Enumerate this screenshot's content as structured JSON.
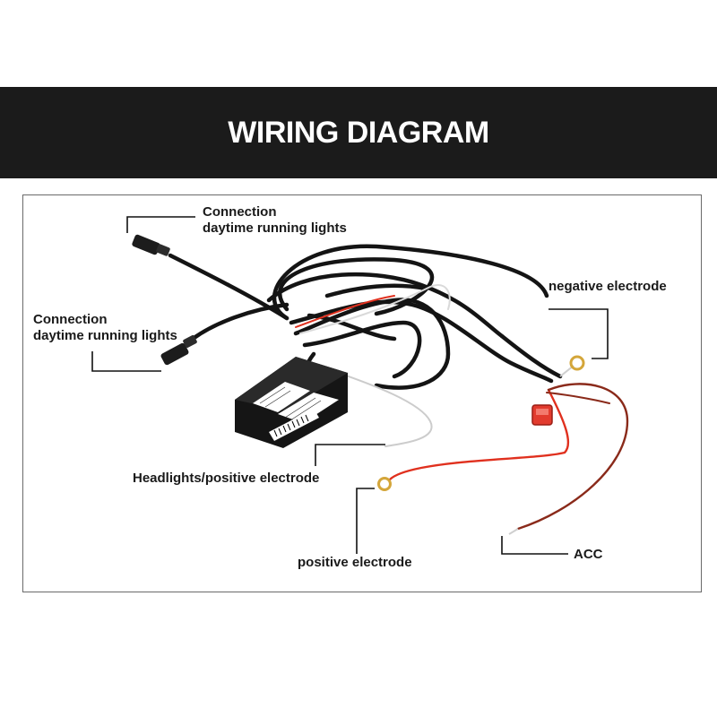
{
  "header": {
    "title": "WIRING DIAGRAM"
  },
  "labels": {
    "drl_connection_1": {
      "line1": "Connection",
      "line2": "daytime running lights"
    },
    "drl_connection_2": {
      "line1": "Connection",
      "line2": "daytime running lights"
    },
    "negative_electrode": "negative electrode",
    "headlights_positive": "Headlights/positive electrode",
    "positive_electrode": "positive electrode",
    "acc": "ACC"
  },
  "colors": {
    "banner": "#1b1b1b",
    "banner_text": "#ffffff",
    "wire_black": "#141414",
    "wire_red": "#e0301e",
    "wire_brown": "#8a2a1a",
    "terminal_gold": "#d4a63a",
    "fuse_red": "#e23b2e"
  }
}
